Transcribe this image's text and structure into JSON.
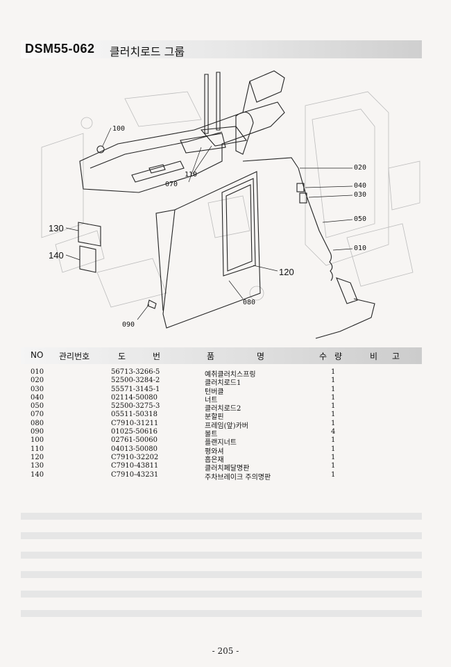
{
  "header": {
    "code": "DSM55-062",
    "group_name": "클러치로드 그룹"
  },
  "diagram": {
    "callouts": [
      {
        "id": "c100",
        "label": "100"
      },
      {
        "id": "c070",
        "label": "070"
      },
      {
        "id": "c110",
        "label": "110"
      },
      {
        "id": "c020",
        "label": "020"
      },
      {
        "id": "c040",
        "label": "040"
      },
      {
        "id": "c030",
        "label": "030"
      },
      {
        "id": "c050",
        "label": "050"
      },
      {
        "id": "c010",
        "label": "010"
      },
      {
        "id": "c130",
        "label": "130"
      },
      {
        "id": "c140",
        "label": "140"
      },
      {
        "id": "c120",
        "label": "120"
      },
      {
        "id": "c080",
        "label": "080"
      },
      {
        "id": "c090",
        "label": "090"
      }
    ]
  },
  "table": {
    "headers": {
      "no": "NO",
      "mgmt": "관리번호",
      "drawing_1": "도",
      "drawing_2": "번",
      "item_1": "품",
      "item_2": "명",
      "qty_1": "수",
      "qty_2": "량",
      "remark_1": "비",
      "remark_2": "고"
    },
    "rows": [
      {
        "no": "010",
        "part": "56713-3266-5",
        "name": "예취클러치스프링",
        "qty": "1"
      },
      {
        "no": "020",
        "part": "52500-3284-2",
        "name": "클러치로드1",
        "qty": "1"
      },
      {
        "no": "030",
        "part": "55571-3145-1",
        "name": "턴버클",
        "qty": "1"
      },
      {
        "no": "040",
        "part": "02114-50080",
        "name": "너트",
        "qty": "1"
      },
      {
        "no": "050",
        "part": "52500-3275-3",
        "name": "클러치로드2",
        "qty": "1"
      },
      {
        "no": "070",
        "part": "05511-50318",
        "name": "분할핀",
        "qty": "1"
      },
      {
        "no": "080",
        "part": "C7910-31211",
        "name": "프레임(앞)카버",
        "qty": "1"
      },
      {
        "no": "090",
        "part": "01025-50616",
        "name": "볼트",
        "qty": "4"
      },
      {
        "no": "100",
        "part": "02761-50060",
        "name": "플랜지너트",
        "qty": "1"
      },
      {
        "no": "110",
        "part": "04013-50080",
        "name": "평와셔",
        "qty": "1"
      },
      {
        "no": "120",
        "part": "C7910-32202",
        "name": "흡은재",
        "qty": "1"
      },
      {
        "no": "130",
        "part": "C7910-43811",
        "name": "클러치페달명판",
        "qty": "1"
      },
      {
        "no": "140",
        "part": "C7910-43231",
        "name": "주차브레이크 주의명판",
        "qty": "1"
      }
    ]
  },
  "footer": {
    "page": "- 205 -"
  }
}
